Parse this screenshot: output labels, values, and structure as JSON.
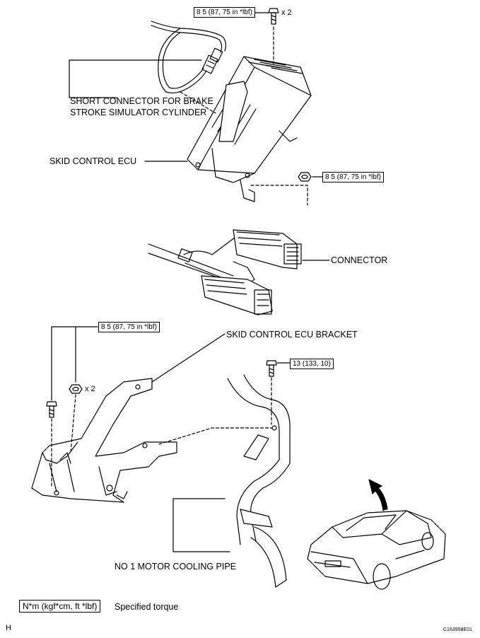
{
  "labels": {
    "short_connector_line1": "SHORT CONNECTOR FOR BRAKE",
    "short_connector_line2": "STROKE SIMULATOR CYLINDER",
    "skid_control_ecu": "SKID CONTROL ECU",
    "connector": "CONNECTOR",
    "skid_control_ecu_bracket": "SKID CONTROL ECU BRACKET",
    "motor_cooling_pipe": "NO  1 MOTOR COOLING PIPE"
  },
  "torques": {
    "top_bolt": "8 5 (87, 75 in *lbf)",
    "ecu_nut": "8 5 (87, 75 in *lbf)",
    "bracket": "8 5 (87, 75 in *lbf)",
    "pipe_bolt": "13 (133, 10)"
  },
  "quantities": {
    "top_bolt": "x 2",
    "bracket_nut": "x 2"
  },
  "legend": {
    "unit_box": "N*m (kgf*cm, ft *lbf)",
    "description": "Specified torque"
  },
  "footer": {
    "left_code": "H",
    "right_code": "C163958E01"
  },
  "icons": [
    "bolt-icon",
    "nut-icon",
    "arrow-icon",
    "vehicle-icon"
  ]
}
